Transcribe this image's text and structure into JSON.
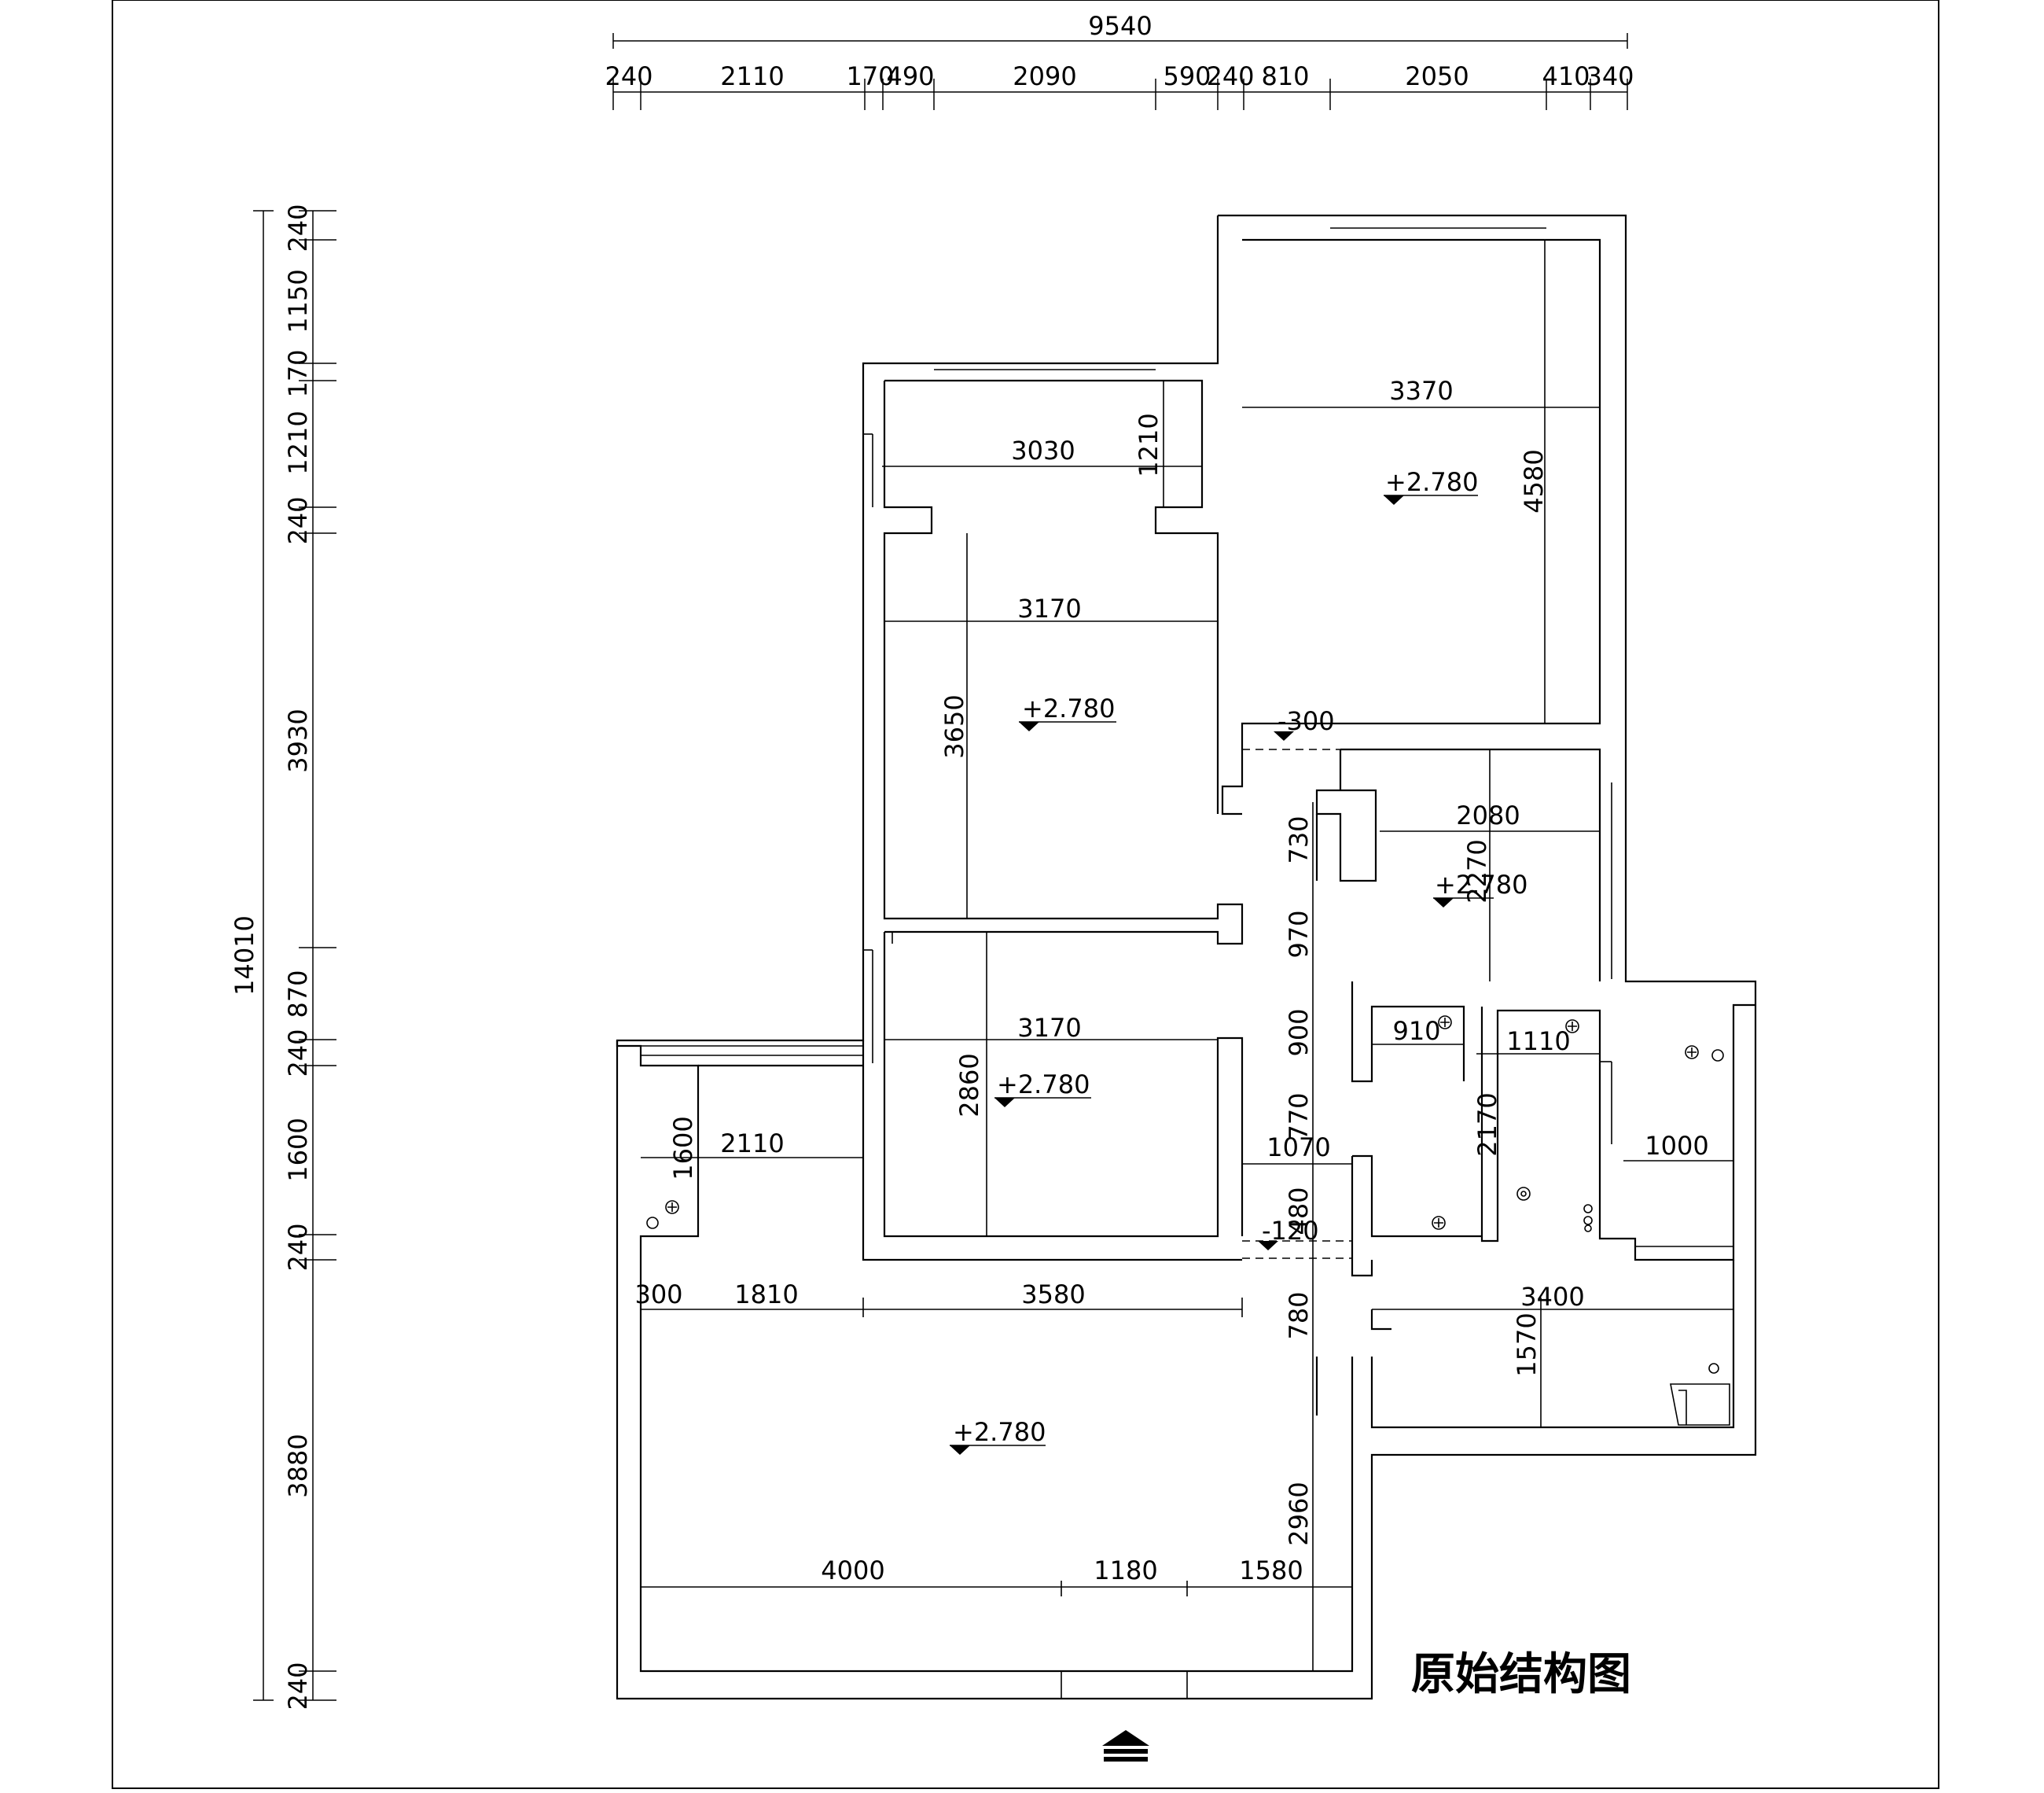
{
  "title": "原始结构图",
  "overall": {
    "width": "9540",
    "height": "14010"
  },
  "top_dims": [
    "240",
    "2110",
    "170",
    "490",
    "2090",
    "590",
    "240",
    "810",
    "2050",
    "410",
    "340"
  ],
  "left_dims": [
    "240",
    "1150",
    "170",
    "1210",
    "240",
    "3930",
    "870",
    "240",
    "1600",
    "240",
    "3880",
    "240"
  ],
  "room_dims": [
    "3370",
    "4580",
    "3030",
    "1210",
    "3170",
    "3650",
    "2080",
    "2270",
    "730",
    "970",
    "900",
    "910",
    "1110",
    "3170",
    "2860",
    "770",
    "1070",
    "2170",
    "1000",
    "2110",
    "1600",
    "480",
    "300",
    "1810",
    "3580",
    "3400",
    "780",
    "1570",
    "2960",
    "4000",
    "1180",
    "1580"
  ],
  "levels": [
    "+2.780",
    "+2.780",
    "+2.780",
    "+2.780",
    "+2.780",
    "-300",
    "-120"
  ]
}
